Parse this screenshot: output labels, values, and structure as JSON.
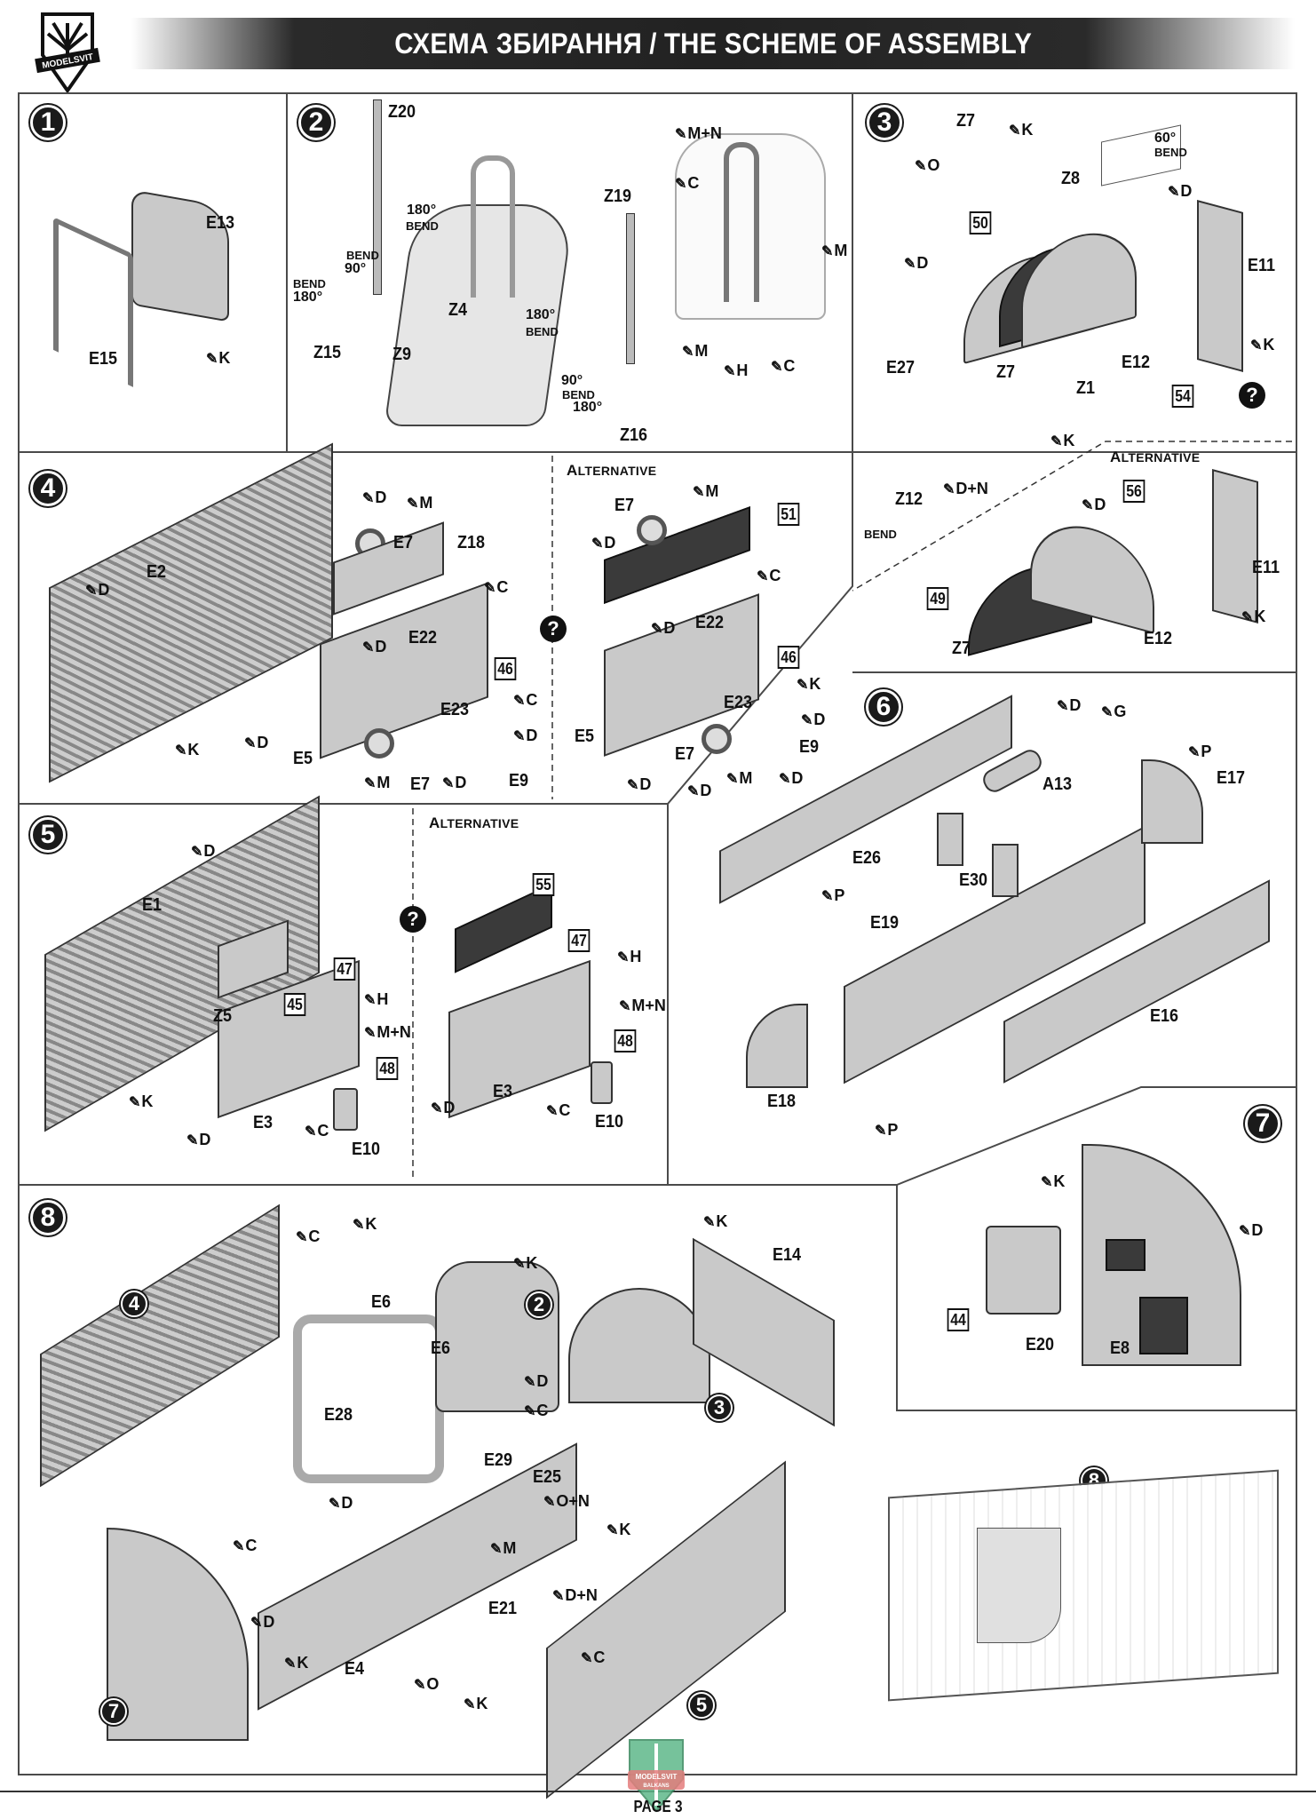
{
  "header": {
    "brand": "MODELSVIT",
    "title": "СХЕМА ЗБИРАННЯ / THE SCHEME OF ASSEMBLY"
  },
  "footer": {
    "brand": "MODELSVIT",
    "brand_sub": "BALKANS",
    "page": "PAGE 3"
  },
  "colors": {
    "ink": "#111111",
    "part_gray": "#c9c9c9",
    "dark_decal": "#3a3a3a",
    "logo_green": "#4aa57a",
    "logo_red": "#e07070"
  },
  "common": {
    "alternative": "ALTERNATIVE",
    "bend": "BEND",
    "question": "?"
  },
  "steps": [
    {
      "number": "1",
      "parts": [
        "E13",
        "E15"
      ],
      "paints": [
        "K"
      ]
    },
    {
      "number": "2",
      "parts": [
        "Z20",
        "Z19",
        "Z4",
        "Z9",
        "Z15",
        "Z16"
      ],
      "bends": [
        "180°",
        "90°",
        "180°",
        "180°",
        "90°",
        "180°"
      ],
      "paints": [
        "M+N",
        "C",
        "M",
        "M",
        "H",
        "C"
      ]
    },
    {
      "number": "3",
      "parts": [
        "Z7",
        "Z8",
        "E11",
        "E12",
        "Z1",
        "E27",
        "Z7",
        "Z12"
      ],
      "bends": [
        "60°"
      ],
      "decals": [
        "50",
        "54"
      ],
      "paints": [
        "K",
        "O",
        "D",
        "D",
        "K",
        "K",
        "D+N"
      ],
      "alternative": {
        "parts": [
          "E11",
          "E12",
          "Z7"
        ],
        "decals": [
          "56",
          "49"
        ],
        "paints": [
          "D",
          "K"
        ]
      }
    },
    {
      "number": "4",
      "parts": [
        "E2",
        "E7",
        "Z18",
        "E22",
        "E23",
        "E5",
        "E7",
        "E9"
      ],
      "decals": [
        "46"
      ],
      "paints": [
        "D",
        "M",
        "D",
        "C",
        "D",
        "C",
        "D",
        "D",
        "K",
        "M",
        "D"
      ],
      "alternative": {
        "parts": [
          "E7",
          "E22",
          "E23",
          "E5",
          "E7",
          "E9"
        ],
        "decals": [
          "51",
          "46"
        ],
        "paints": [
          "M",
          "D",
          "C",
          "D",
          "K",
          "D",
          "D",
          "D",
          "M",
          "D"
        ]
      }
    },
    {
      "number": "5",
      "parts": [
        "E1",
        "Z5",
        "E3",
        "E10"
      ],
      "decals": [
        "45",
        "47",
        "48"
      ],
      "paints": [
        "D",
        "H",
        "M+N",
        "K",
        "D",
        "C"
      ],
      "alternative": {
        "parts": [
          "E3",
          "E10"
        ],
        "decals": [
          "55",
          "47",
          "48"
        ],
        "paints": [
          "H",
          "M+N",
          "D",
          "C"
        ]
      }
    },
    {
      "number": "6",
      "parts": [
        "A13",
        "E17",
        "E26",
        "E30",
        "E19",
        "E16",
        "E18"
      ],
      "paints": [
        "D",
        "G",
        "P",
        "P",
        "P"
      ]
    },
    {
      "number": "7",
      "parts": [
        "E20",
        "E8"
      ],
      "decals": [
        "44"
      ],
      "paints": [
        "K",
        "D"
      ]
    },
    {
      "number": "8",
      "parts": [
        "E14",
        "E6",
        "E6",
        "E28",
        "E29",
        "E25",
        "E21",
        "E4"
      ],
      "refs": [
        "4",
        "2",
        "3",
        "7",
        "5"
      ],
      "paints": [
        "C",
        "K",
        "K",
        "K",
        "D",
        "C",
        "D",
        "O+N",
        "M",
        "K",
        "D+N",
        "C",
        "D",
        "K",
        "O",
        "K",
        "C"
      ]
    },
    {
      "number": "8",
      "result_view": true
    }
  ]
}
